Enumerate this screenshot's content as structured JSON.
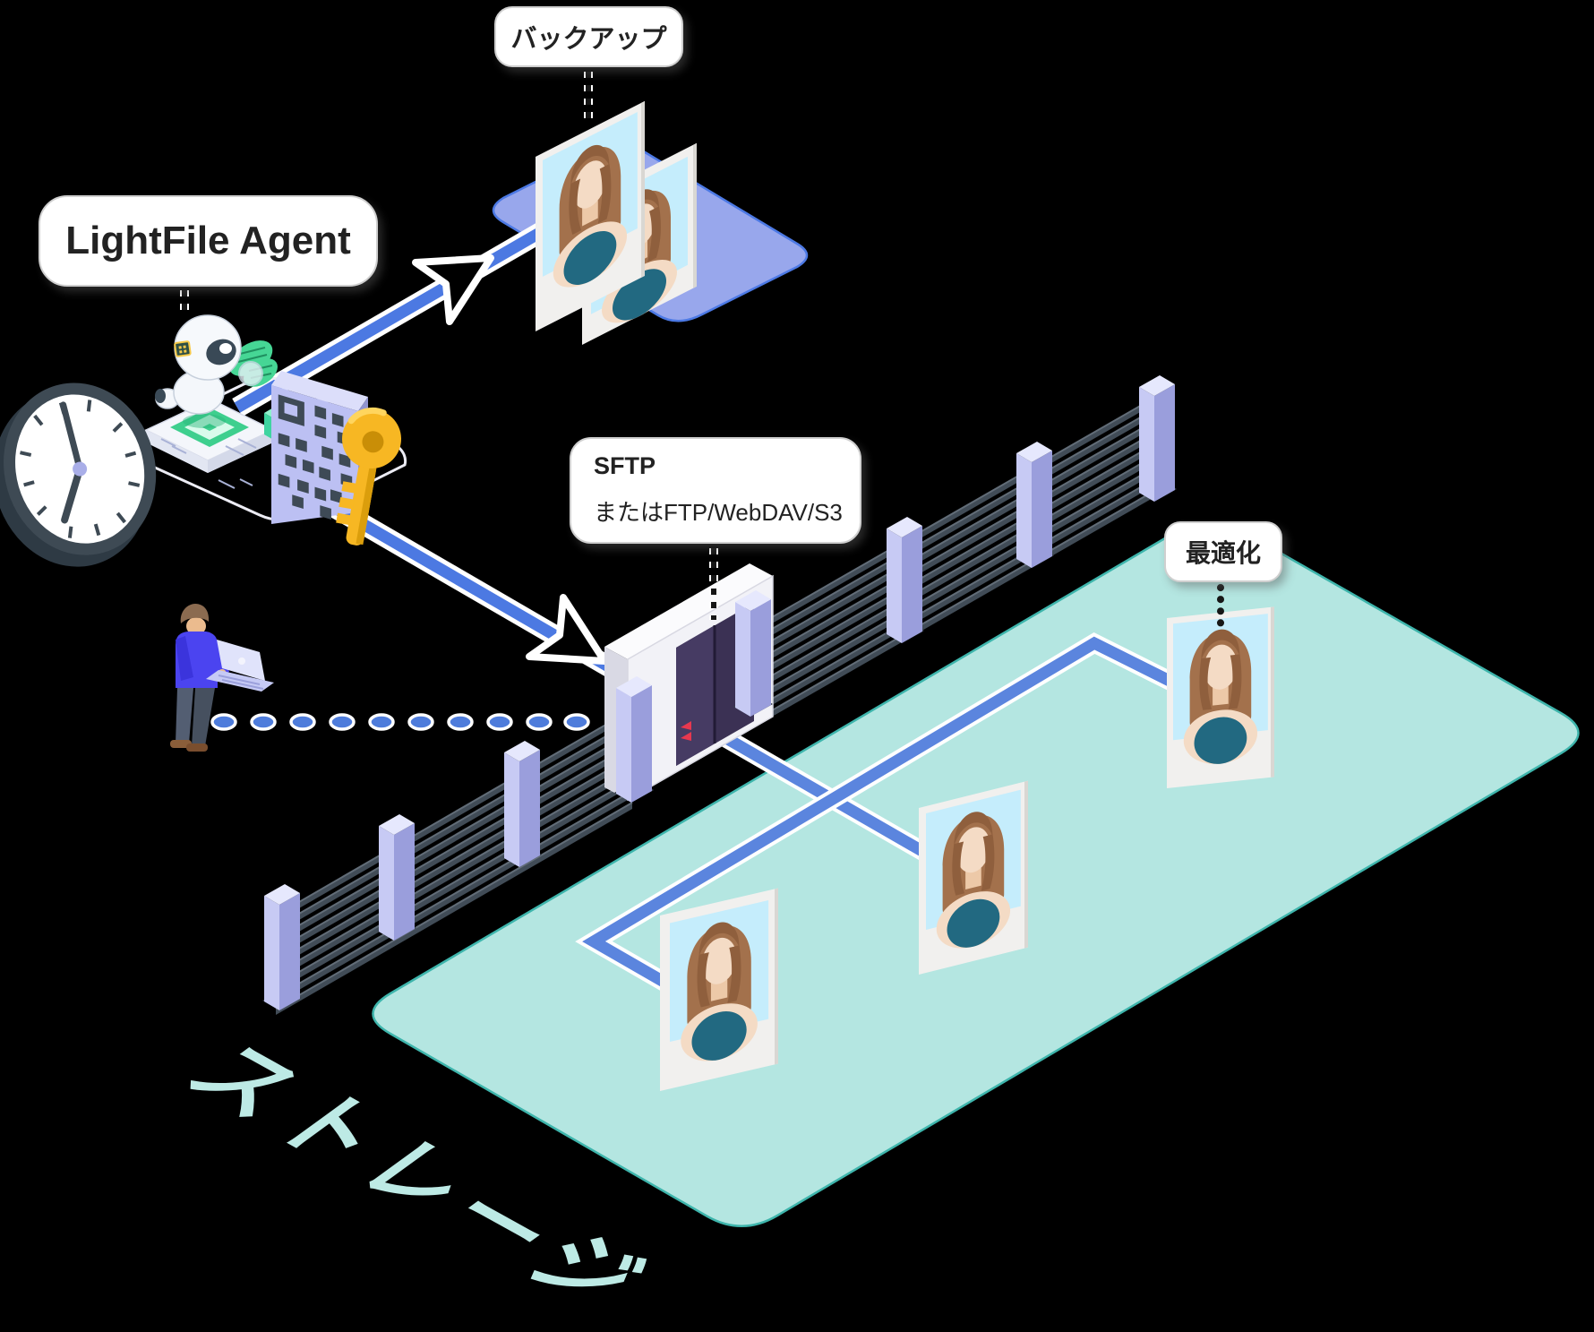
{
  "diagram": {
    "title_context": "LightFile Agent backup and optimization flow diagram",
    "labels": {
      "backup": "バックアップ",
      "agent": "LightFile Agent",
      "sftp_title": "SFTP",
      "sftp_subtitle": "またはFTP/WebDAV/S3",
      "optimize": "最適化",
      "storage": "ストレージ"
    },
    "icons": [
      "robot-agent-icon",
      "clock-icon",
      "qr-code-icon",
      "key-icon",
      "person-laptop-icon",
      "gate-door-icon",
      "fence-icon",
      "photo-card-icon",
      "arrow-icon",
      "dotted-connection-icon"
    ],
    "colors": {
      "plane_backup": "#98A7EC",
      "plane_backup_border": "#4C79E4",
      "plane_storage": "#B4E6E1",
      "plane_storage_border": "#3EB5AC",
      "path_blue": "#5B85DE",
      "arrow_blue": "#4C79E2",
      "key_gold": "#F7B723",
      "wing_green": "#46D695",
      "pad_green": "#3ECF8E",
      "fence_dark": "#414C57",
      "post_lavender": "#C7CAF4",
      "door_purple": "#3B3154",
      "alert_red": "#E8384F",
      "storage_text": "#BDEAE5",
      "label_text": "#222222"
    }
  }
}
